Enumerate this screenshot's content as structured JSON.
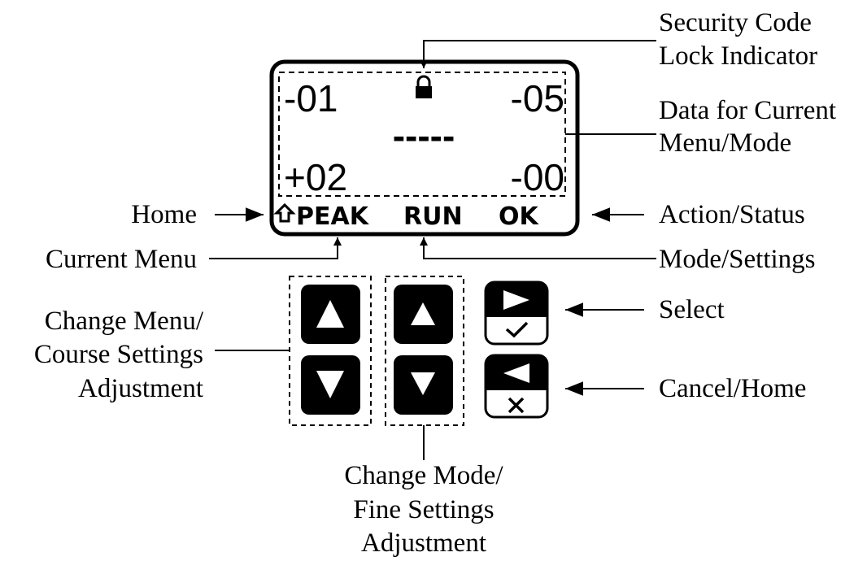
{
  "display": {
    "top_left": "-01",
    "top_right": "-05",
    "center": "-----",
    "bottom_left": "+02",
    "bottom_right": "-00",
    "status_menu": "PEAK",
    "status_mode": "RUN",
    "status_action": "OK"
  },
  "callouts": {
    "security_line1": "Security Code",
    "security_line2": "Lock Indicator",
    "data_line1": "Data for Current",
    "data_line2": "Menu/Mode",
    "action_status": "Action/Status",
    "mode_settings": "Mode/Settings",
    "select": "Select",
    "cancel_home": "Cancel/Home",
    "home": "Home",
    "current_menu": "Current Menu",
    "menu_line1": "Change Menu/",
    "menu_line2": "Course Settings",
    "menu_line3": "Adjustment",
    "fine_line1": "Change Mode/",
    "fine_line2": "Fine Settings",
    "fine_line3": "Adjustment"
  },
  "icons": {
    "lock": "padlock-icon",
    "home": "house-icon",
    "up": "triangle-up-icon",
    "down": "triangle-down-icon",
    "select": "triangle-right-check-icon",
    "cancel": "triangle-left-x-icon"
  }
}
